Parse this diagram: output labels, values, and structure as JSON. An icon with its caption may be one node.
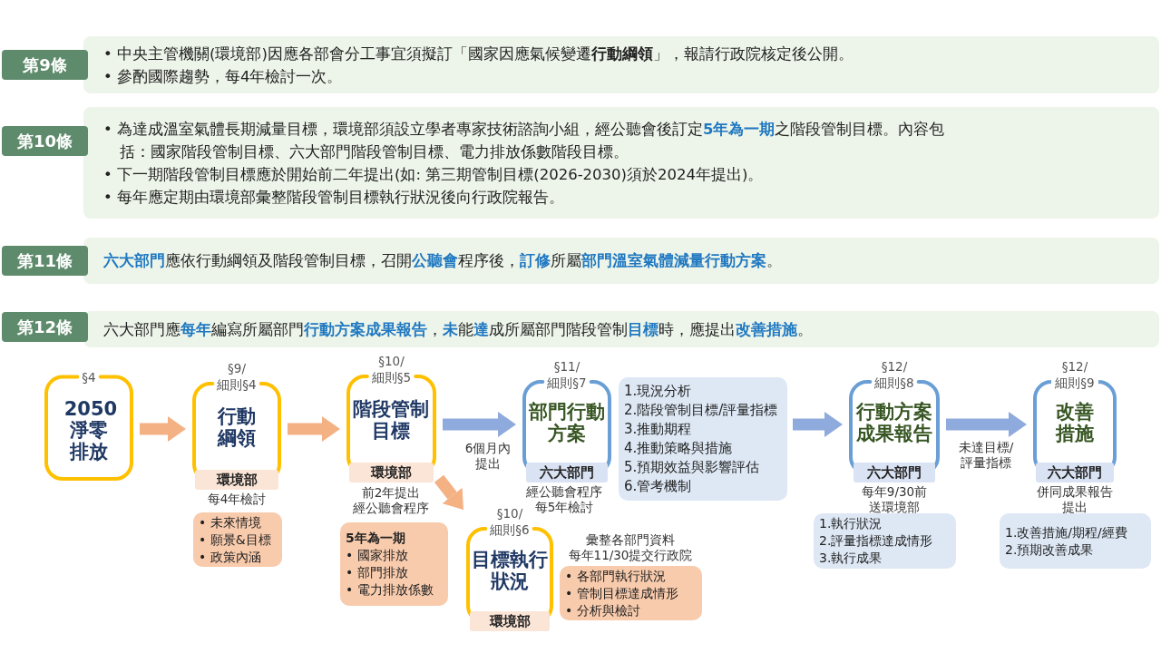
{
  "diagram": {
    "nodes": [
      {
        "text": [
          "第9條"
        ]
      },
      {
        "text": [
          "• 中央主管機關(環境部)因應各部會分工事宜須擬訂「國家因應氣候變遷**行動綱領**」，報請行政院核定後公開。",
          "• 參酌國際趨勢，每4年檢討一次。"
        ]
      },
      {
        "text": [
          "第10條"
        ]
      },
      {
        "text": [
          "• 為達成溫室氣體長期減量目標，環境部須設立學者專家技術諮詢小組，經公聽會後訂定**5年為一期**之階段管制目標。內容包括：國家階段管制目標、六大部門階段管制目標、電力排放係數階段目標。",
          "• 下一期階段管制目標應於開始前二年提出(如: 第三期管制目標(2026-2030)須於2024年提出)。",
          "• 每年應定期由環境部彙整階段管制目標執行狀況後向行政院報告。"
        ]
      },
      {
        "text": [
          "第11條"
        ]
      },
      {
        "text": [
          "**六大部門**應依行動綱領及階段管制目標，召開**公聽會**程序後，**訂修**所屬**部門溫室氣體減量行動方案**。"
        ]
      },
      {
        "text": [
          "第12條"
        ]
      },
      {
        "text": [
          "六大部門應**每年**編寫所屬部門**行動方案成果報告**，**未**能**達**成所屬部門階段管制**目標**時，應提出**改善措施**。"
        ]
      },
      {
        "text": [
          "§4",
          "2050淨零排放"
        ]
      },
      {
        "text": [
          "§9/",
          "細則§4",
          "行動綱領"
        ],
        "beside": [
          "每4年檢討"
        ]
      },
      {
        "text": [
          "環境部"
        ],
        "in": 9
      },
      {
        "text": [
          "• 未來情境",
          "• 願景&目標",
          "• 政策內涵"
        ]
      },
      {
        "text": [
          "§10/",
          "細則§5",
          "階段管制目標"
        ],
        "beside": [
          "前2年提出",
          "經公聽會程序"
        ]
      },
      {
        "text": [
          "環境部"
        ],
        "in": 12
      },
      {
        "text": [
          "5年為一期",
          "• 國家排放",
          "• 部門排放",
          "• 電力排放係數"
        ]
      },
      {
        "text": [
          "§10/",
          "細則§6",
          "目標執行狀況"
        ]
      },
      {
        "text": [
          "環境部"
        ],
        "in": 15
      },
      {
        "text": [
          "• 各部門執行狀況",
          "• 管制目標達成情形",
          "• 分析與檢討"
        ],
        "beside": [
          "彙整各部門資料",
          "每年11/30提交行政院"
        ]
      },
      {
        "text": [
          "§11/",
          "細則§7",
          "部門行動方案"
        ],
        "beside": [
          "經公聽會程序",
          "每5年檢討"
        ]
      },
      {
        "text": [
          "六大部門"
        ],
        "in": 18
      },
      {
        "text": [
          "1.現況分析",
          "2.階段管制目標/評量指標",
          "3.推動期程",
          "4.推動策略與措施",
          "5.預期效益與影響評估",
          "6.管考機制"
        ]
      },
      {
        "text": [
          "§12/",
          "細則§8",
          "行動方案成果報告"
        ],
        "beside": [
          "每年9/30前送環境部"
        ]
      },
      {
        "text": [
          "六大部門"
        ],
        "in": 21
      },
      {
        "text": [
          "1.執行狀況",
          "2.評量指標達成情形",
          "3.執行成果"
        ]
      },
      {
        "text": [
          "§12/",
          "細則§9",
          "改善措施"
        ],
        "beside": [
          "併同成果報告提出"
        ]
      },
      {
        "text": [
          "六大部門"
        ],
        "in": 24
      },
      {
        "text": [
          "1.改善措施/期程/經費",
          "2.預期改善成果"
        ]
      }
    ],
    "edges": [
      {
        "from": 8,
        "to": 9,
        "arrow": "to",
        "color": "#f4b183"
      },
      {
        "from": 9,
        "to": 12,
        "arrow": "to",
        "color": "#f4b183"
      },
      {
        "from": 12,
        "to": 18,
        "arrow": "to",
        "color": "#8faadc",
        "label": "6個月內提出"
      },
      {
        "from": 12,
        "to": 15,
        "arrow": "to",
        "color": "#f4b183"
      },
      {
        "from": 20,
        "to": 21,
        "arrow": "to",
        "color": "#8faadc"
      },
      {
        "from": 21,
        "to": 24,
        "arrow": "to",
        "color": "#8faadc",
        "label": "未達目標/評量指標"
      }
    ]
  }
}
